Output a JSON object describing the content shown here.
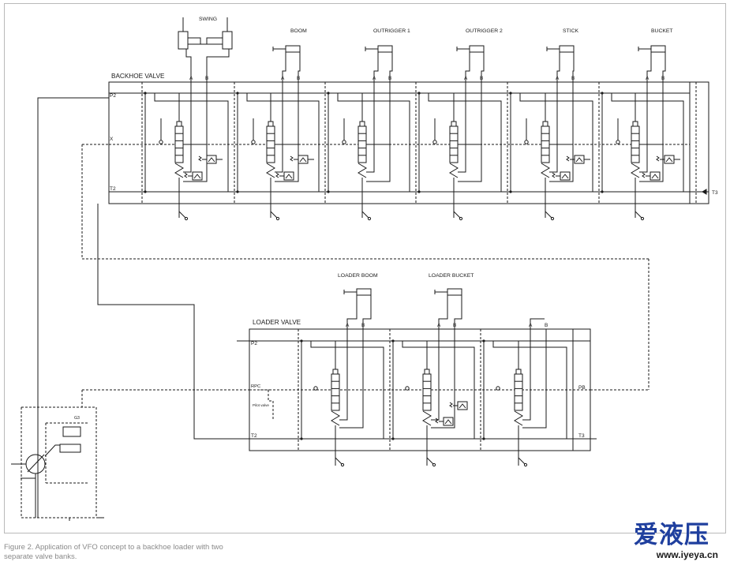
{
  "banks": {
    "backhoe": "BACKHOE VALVE",
    "loader": "LOADER VALVE"
  },
  "actuators": {
    "swing": "SWING",
    "boom": "BOOM",
    "outrigger1": "OUTRIGGER 1",
    "outrigger2": "OUTRIGGER 2",
    "stick": "STICK",
    "bucket": "BUCKET",
    "loader_boom": "LOADER BOOM",
    "loader_bucket": "LOADER BUCKET"
  },
  "ports": {
    "a": "A",
    "b": "B",
    "p2": "P2",
    "x": "X",
    "t2": "T2",
    "t3": "T3",
    "rpc": "RPC",
    "pb": "PB",
    "pilot_valve": "Pilot valve",
    "g3": "G3"
  },
  "caption": "Figure 2. Application of VFO concept to a backhoe loader with two separate valve banks.",
  "watermark": {
    "chinese": "爱液压",
    "url": "www.iyeya.cn"
  },
  "colors": {
    "line": "#1a1a1a",
    "frame": "#b9b9b9",
    "caption": "#8a8a8a",
    "watermark": "#1f3f9e"
  }
}
